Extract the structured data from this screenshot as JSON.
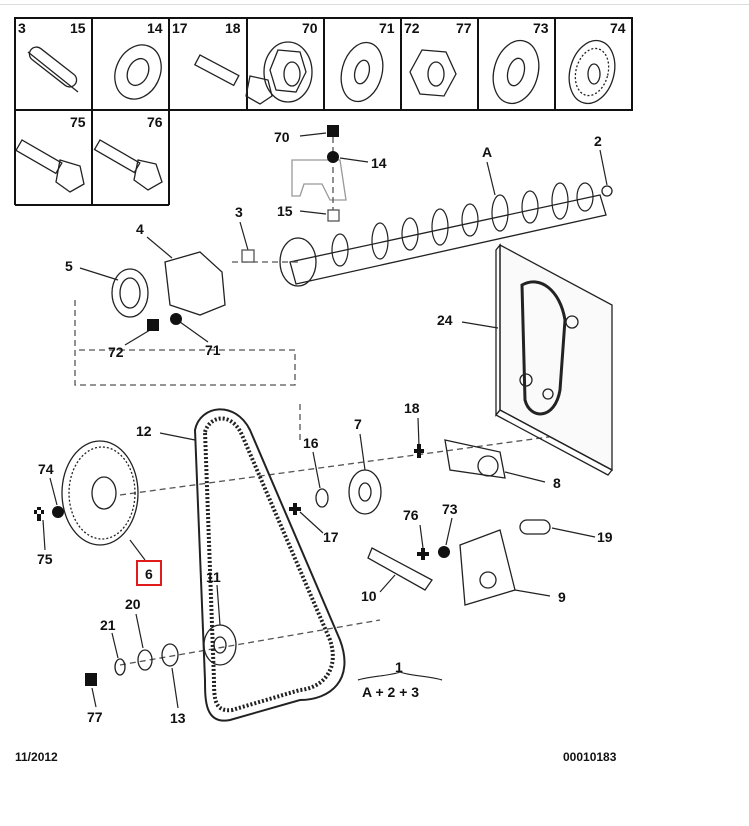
{
  "legend": {
    "row1": [
      {
        "left": "3",
        "right": "15",
        "icon": "pin-icon"
      },
      {
        "left": "",
        "right": "14",
        "icon": "clip-washer-icon"
      },
      {
        "left": "17",
        "right": "18",
        "icon": "flange-bolt-icon"
      },
      {
        "left": "",
        "right": "70",
        "icon": "flange-nut-icon"
      },
      {
        "left": "",
        "right": "71",
        "icon": "flat-washer-icon"
      },
      {
        "left": "72",
        "right": "77",
        "icon": "hex-nut-icon"
      },
      {
        "left": "",
        "right": "73",
        "icon": "washer-icon"
      },
      {
        "left": "",
        "right": "74",
        "icon": "serrated-washer-icon"
      }
    ],
    "row2": [
      {
        "left": "",
        "right": "75",
        "icon": "hex-bolt-icon"
      },
      {
        "left": "",
        "right": "76",
        "icon": "flange-bolt-icon"
      }
    ]
  },
  "callouts": {
    "c70": "70",
    "c14": "14",
    "c15": "15",
    "c3": "3",
    "cA": "A",
    "c2": "2",
    "c4": "4",
    "c5": "5",
    "c72": "72",
    "c71": "71",
    "c24": "24",
    "c12": "12",
    "c16": "16",
    "c7": "7",
    "c18": "18",
    "c8": "8",
    "c74": "74",
    "c75": "75",
    "c6": "6",
    "c17": "17",
    "c76": "76",
    "c73": "73",
    "c19": "19",
    "c10": "10",
    "c9": "9",
    "c11": "11",
    "c20": "20",
    "c21": "21",
    "c13": "13",
    "c77": "77"
  },
  "kit": {
    "number": "1",
    "contents": "A + 2 + 3"
  },
  "footer": {
    "date": "11/2012",
    "ref": "00010183"
  },
  "highlight": {
    "part": "6",
    "color": "#e01b1b"
  }
}
